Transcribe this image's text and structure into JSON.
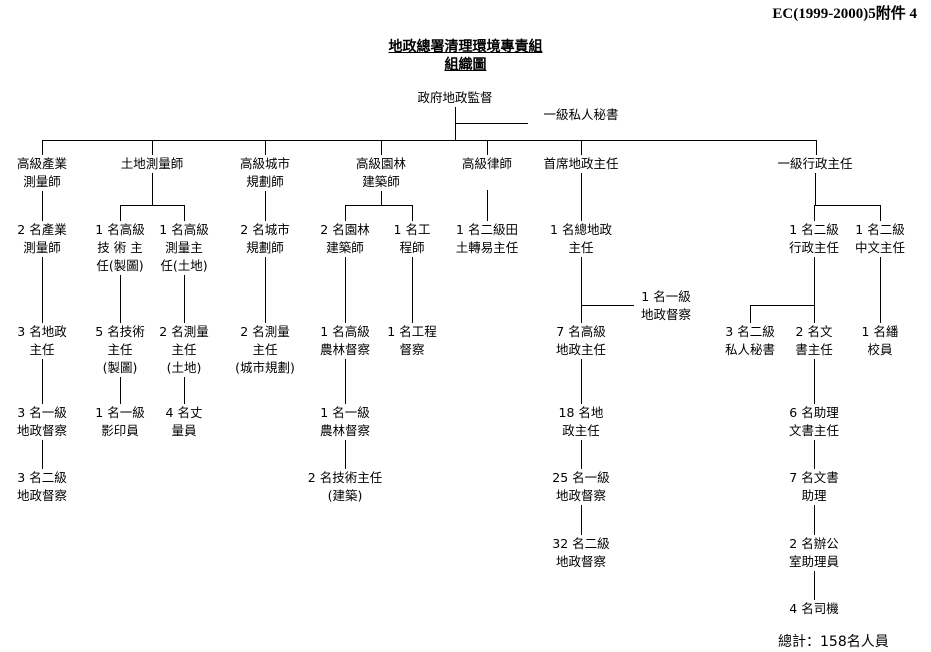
{
  "header": {
    "doc_ref": "EC(1999-2000)5附件 4",
    "title": "地政總署清理環境專責組",
    "subtitle": "組織圖"
  },
  "nodes": {
    "root": {
      "lines": [
        "政府地政監督"
      ]
    },
    "ps": {
      "lines": [
        "一級私人秘書"
      ]
    },
    "c1_l1": {
      "lines": [
        "高級產業",
        "測量師"
      ]
    },
    "c2_l1": {
      "lines": [
        "土地測量師"
      ]
    },
    "c3_l1": {
      "lines": [
        "高級城市",
        "規劃師"
      ]
    },
    "c4_l1": {
      "lines": [
        "高級園林",
        "建築師"
      ]
    },
    "c5_l1": {
      "lines": [
        "高級律師"
      ]
    },
    "c6_l1": {
      "lines": [
        "首席地政主任"
      ]
    },
    "c7_l1": {
      "lines": [
        "一級行政主任"
      ]
    },
    "c1_l2": {
      "lines": [
        "2 名產業",
        "測量師"
      ]
    },
    "c2a_l2": {
      "lines": [
        "1 名高級",
        "技 術 主",
        "任(製圖)"
      ]
    },
    "c2b_l2": {
      "lines": [
        "1 名高級",
        "測量主",
        "任(土地)"
      ]
    },
    "c3_l2": {
      "lines": [
        "2 名城市",
        "規劃師"
      ]
    },
    "c4a_l2": {
      "lines": [
        "2 名園林",
        "建築師"
      ]
    },
    "c4b_l2": {
      "lines": [
        "1 名工",
        "程師"
      ]
    },
    "c5_l2": {
      "lines": [
        "1 名二級田",
        "土轉易主任"
      ]
    },
    "c6_l2": {
      "lines": [
        "1 名總地政",
        "主任"
      ]
    },
    "c6_side": {
      "lines": [
        "1 名一級",
        "地政督察"
      ]
    },
    "c7a_l2": {
      "lines": [
        "1 名二級",
        "行政主任"
      ]
    },
    "c7b_l2": {
      "lines": [
        "1 名二級",
        "中文主任"
      ]
    },
    "c1_l3": {
      "lines": [
        "3 名地政",
        "主任"
      ]
    },
    "c2a_l3": {
      "lines": [
        "5 名技術",
        "主任",
        "(製圖)"
      ]
    },
    "c2b_l3": {
      "lines": [
        "2 名測量",
        "主任",
        "(土地)"
      ]
    },
    "c3_l3": {
      "lines": [
        "2 名測量",
        "主任",
        "(城市規劃)"
      ]
    },
    "c4a_l3": {
      "lines": [
        "1 名高級",
        "農林督察"
      ]
    },
    "c4b_l3": {
      "lines": [
        "1 名工程",
        "督察"
      ]
    },
    "c6_l3": {
      "lines": [
        "7 名高級",
        "地政主任"
      ]
    },
    "c7x_l3": {
      "lines": [
        "3 名二級",
        "私人秘書"
      ]
    },
    "c7a_l3": {
      "lines": [
        "2 名文",
        "書主任"
      ]
    },
    "c7b_l3": {
      "lines": [
        "1 名繙",
        "校員"
      ]
    },
    "c1_l4": {
      "lines": [
        "3 名一級",
        "地政督察"
      ]
    },
    "c2a_l4": {
      "lines": [
        "1 名一級",
        "影印員"
      ]
    },
    "c2b_l4": {
      "lines": [
        "4 名丈",
        "量員"
      ]
    },
    "c4a_l4": {
      "lines": [
        "1 名一級",
        "農林督察"
      ]
    },
    "c6_l4": {
      "lines": [
        "18 名地",
        "政主任"
      ]
    },
    "c7a_l4": {
      "lines": [
        "6 名助理",
        "文書主任"
      ]
    },
    "c1_l5": {
      "lines": [
        "3 名二級",
        "地政督察"
      ]
    },
    "c4a_l5": {
      "lines": [
        "2 名技術主任",
        "(建築)"
      ]
    },
    "c6_l5": {
      "lines": [
        "25 名一級",
        "地政督察"
      ]
    },
    "c7a_l5": {
      "lines": [
        "7 名文書",
        "助理"
      ]
    },
    "c6_l6": {
      "lines": [
        "32 名二級",
        "地政督察"
      ]
    },
    "c7a_l6": {
      "lines": [
        "2 名辦公",
        "室助理員"
      ]
    },
    "c7a_l7": {
      "lines": [
        "4 名司機"
      ]
    }
  },
  "footer": {
    "total": "總計：158名人員"
  }
}
